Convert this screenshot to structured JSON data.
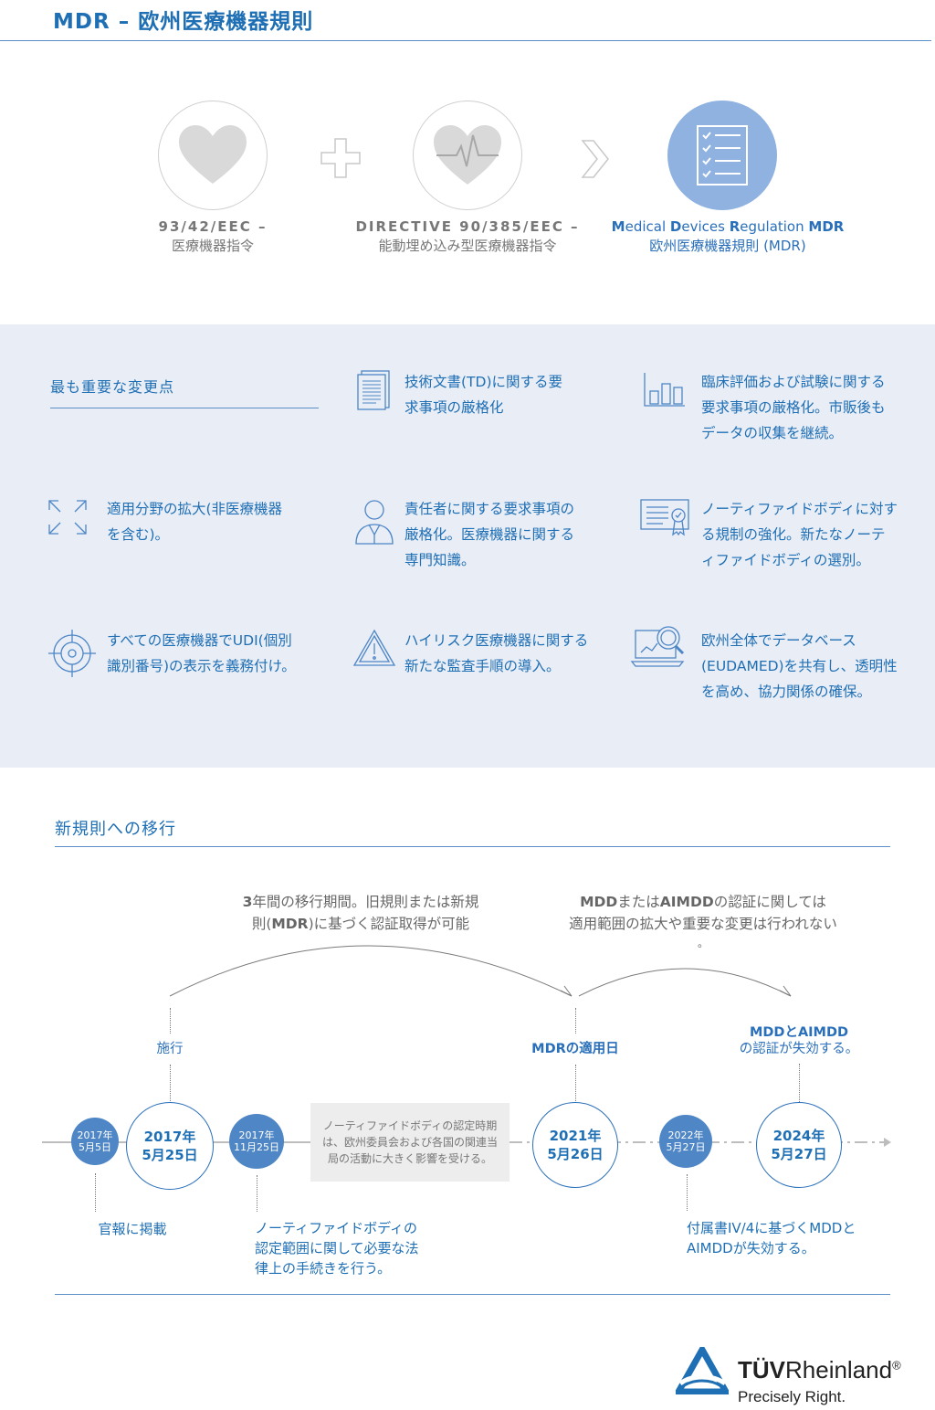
{
  "title": "MDR – 欧州医療機器規則",
  "top": {
    "col1": {
      "code": "93/42/EEC –",
      "name": "医療機器指令"
    },
    "col2": {
      "code": "DIRECTIVE 90/385/EEC –",
      "name": "能動埋め込み型医療機器指令"
    },
    "col3": {
      "l1": "M",
      "l2": "edical ",
      "l3": "D",
      "l4": "evices ",
      "l5": "R",
      "l6": "egulation ",
      "l7": "MDR",
      "name": "欧州医療機器規則 (MDR)"
    }
  },
  "changes": {
    "heading": "最も重要な変更点",
    "items": [
      {
        "icon": "document-icon",
        "text": "技術文書(TD)に関する要求事項の厳格化"
      },
      {
        "icon": "bar-chart-icon",
        "text": "臨床評価および試験に関する要求事項の厳格化。市販後もデータの収集を継続。"
      },
      {
        "icon": "expand-arrows-icon",
        "text": "適用分野の拡大(非医療機器を含む)。"
      },
      {
        "icon": "person-icon",
        "text": "責任者に関する要求事項の厳格化。医療機器に関する専門知識。"
      },
      {
        "icon": "certificate-icon",
        "text": "ノーティファイドボディに対する規制の強化。新たなノーティファイドボディの選別。"
      },
      {
        "icon": "target-icon",
        "text": "すべての医療機器でUDI(個別識別番号)の表示を義務付け。"
      },
      {
        "icon": "warning-icon",
        "text": "ハイリスク医療機器に関する新たな監査手順の導入。"
      },
      {
        "icon": "database-search-icon",
        "text": "欧州全体でデータベース(EUDAMED)を共有し、透明性を高め、協力関係の確保。"
      }
    ]
  },
  "transition": {
    "heading": "新規則への移行",
    "arc1": {
      "a": "3",
      "b": "年間の移行期間。旧規則または新規",
      "c": "則(",
      "d": "MDR",
      "e": ")に基づく認証取得が可能"
    },
    "arc2": {
      "a": "MDD",
      "b": "または",
      "c": "AIMDD",
      "d": "の認証に関しては",
      "e": "適用範囲の拡大や重要な変更は行われない",
      "f": "。"
    },
    "label_enforce": "施行",
    "label_mdr_day": "MDRの適用日",
    "label_expire_1": "MDDとAIMDD",
    "label_expire_2": "の認証が失効する。",
    "dates": {
      "d1_y": "2017年",
      "d1_md": "5月5日",
      "d2_y": "2017年",
      "d2_md": "5月25日",
      "d3_y": "2017年",
      "d3_md": "11月25日",
      "d4_y": "2021年",
      "d4_md": "5月26日",
      "d5_y": "2022年",
      "d5_md": "5月27日",
      "d6_y": "2024年",
      "d6_md": "5月27日"
    },
    "note": "ノーティファイドボディの認定時期は、欧州委員会および各国の関連当局の活動に大きく影響を受ける。",
    "bottom1": "官報に掲載",
    "bottom2": "ノーティファイドボディの認定範囲に関して必要な法律上の手続きを行う。",
    "bottom3": "付属書IV/4に基づくMDDとAIMDDが失効する。"
  },
  "brand": {
    "name_a": "TÜV",
    "name_b": "Rheinland",
    "reg": "®",
    "tagline": "Precisely Right."
  }
}
